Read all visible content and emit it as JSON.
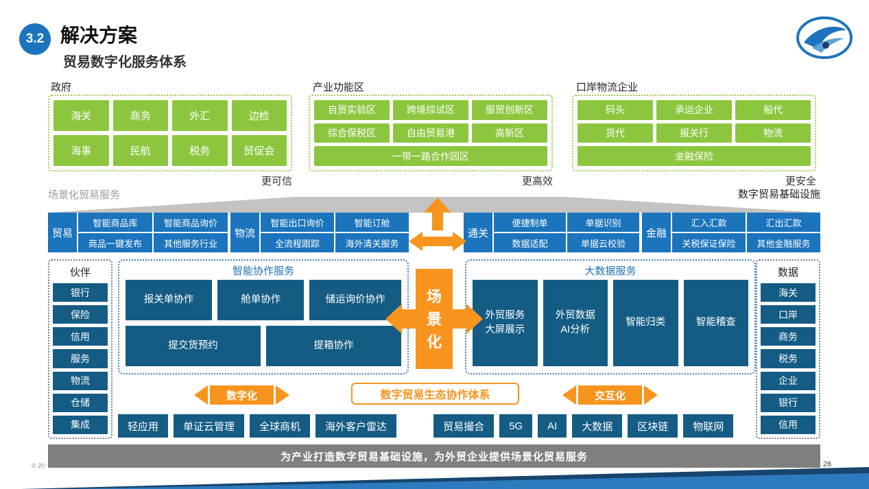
{
  "header": {
    "section_number": "3.2",
    "title": "解决方案",
    "subtitle": "贸易数字化服务体系"
  },
  "top": {
    "groups": [
      {
        "label": "政府",
        "cells": [
          "海关",
          "商务",
          "外汇",
          "边检",
          "海事",
          "民航",
          "税务",
          "贸促会"
        ],
        "tagline": "更可信"
      },
      {
        "label": "产业功能区",
        "cells": [
          "自贸实验区",
          "跨境综试区",
          "服贸创新区",
          "综合保税区",
          "自由贸易港",
          "高新区"
        ],
        "wide_cell": "一带一路合作园区",
        "tagline": "更高效"
      },
      {
        "label": "口岸物流企业",
        "cells": [
          "码头",
          "承运企业",
          "船代",
          "货代",
          "报关行",
          "物流"
        ],
        "wide_cell": "金融保险",
        "tagline": "更安全"
      }
    ],
    "left_caption": "场景化贸易服务",
    "right_caption": "数字贸易基础设施"
  },
  "band": {
    "groups": [
      {
        "label": "贸易",
        "cells": [
          "智能商品库",
          "智能商品询价",
          "商品一键发布",
          "其他服务行业"
        ]
      },
      {
        "label": "物流",
        "cells": [
          "智能出口询价",
          "智能订舱",
          "全流程跟踪",
          "海外清关服务"
        ]
      },
      {
        "label": "通关",
        "cells": [
          "便捷制单",
          "单据识别",
          "数据适配",
          "单据云校验"
        ]
      },
      {
        "label": "金融",
        "cells": [
          "汇入汇款",
          "汇出汇款",
          "关税保证保险",
          "其他金融服务"
        ]
      }
    ]
  },
  "partners": {
    "header": "伙伴",
    "items": [
      "银行",
      "保险",
      "信用",
      "服务",
      "物流",
      "仓储",
      "集成"
    ]
  },
  "datasources": {
    "header": "数据",
    "items": [
      "海关",
      "口岸",
      "商务",
      "税务",
      "企业",
      "银行",
      "信用"
    ]
  },
  "collab": {
    "title": "智能协作服务",
    "row1": [
      "报关单协作",
      "舱单协作",
      "储运询价协作"
    ],
    "row2": [
      "提交货预约",
      "提箱协作"
    ]
  },
  "bigdata": {
    "title": "大数据服务",
    "items": [
      {
        "line1": "外贸服务",
        "line2": "大屏展示"
      },
      {
        "line1": "外贸数据",
        "line2": "AI分析"
      },
      {
        "line1": "智能归类",
        "line2": ""
      },
      {
        "line1": "智能稽查",
        "line2": ""
      }
    ]
  },
  "center": {
    "cross_label": "场景化"
  },
  "flow": {
    "left": "数字化",
    "center": "数字贸易生态协作体系",
    "right": "交互化"
  },
  "apps": [
    "轻应用",
    "单证云管理",
    "全球商机",
    "海外客户雷达",
    "贸易撮合",
    "5G",
    "AI",
    "大数据",
    "区块链",
    "物联网"
  ],
  "footer": {
    "banner": "为产业打造数字贸易基础设施，为外贸企业提供场景化贸易服务",
    "copyright": "© 20",
    "page_number": "26"
  },
  "colors": {
    "green": "#8CC63F",
    "band_blue": "#1B74BC",
    "dark_blue": "#145C84",
    "orange": "#F7941E",
    "gray_bar": "#7F7F7F",
    "trapezoid": "#B9B9B9"
  }
}
